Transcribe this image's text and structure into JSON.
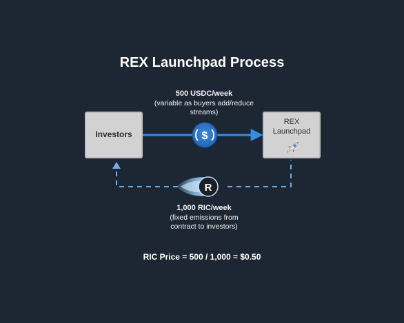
{
  "title": "REX Launchpad Process",
  "nodes": {
    "investors": {
      "label": "Investors"
    },
    "rex": {
      "label": "REX\nLaunchpad"
    }
  },
  "flows": {
    "top": {
      "amount": "500 USDC/week",
      "note": "(variable as buyers add/reduce\nstreams)",
      "icon": "usdc-coin-icon"
    },
    "bottom": {
      "amount": "1,000 RIC/week",
      "note": "(fixed emissions from\ncontract to investors)",
      "icon": "ric-token-icon"
    }
  },
  "formula": "RIC Price = 500 / 1,000 = $0.50",
  "colors": {
    "background": "#1d2733",
    "box_fill": "#d2d2d2",
    "flow_blue": "#2f8fe8",
    "dashed_blue": "#6cb1ef",
    "usdc_blue": "#2775ca"
  }
}
